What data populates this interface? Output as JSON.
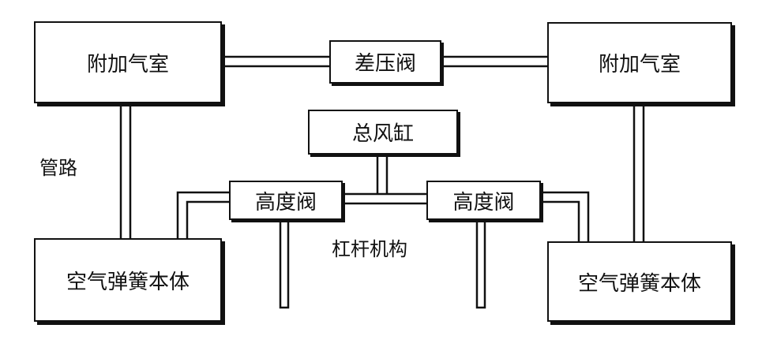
{
  "boxes": {
    "aux_left": "附加气室",
    "aux_right": "附加气室",
    "diff_valve": "差压阀",
    "main_reservoir": "总风缸",
    "level_left": "高度阀",
    "level_right": "高度阀",
    "spring_left": "空气弹簧本体",
    "spring_right": "空气弹簧本体"
  },
  "labels": {
    "pipe": "管路",
    "lever": "杠杆机构"
  }
}
